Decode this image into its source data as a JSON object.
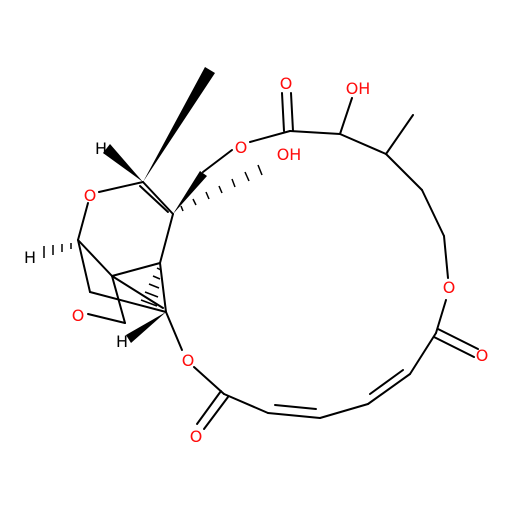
{
  "colors": {
    "bond": "#000000",
    "oxygen": "#ff0d0d",
    "hydrogen": "#000000",
    "background": "#ffffff"
  },
  "labels": {
    "o_ester_top": "O",
    "o_carbonyl_top": "O",
    "oh_upper": "OH",
    "oh_inner": "OH",
    "o_ring_left": "O",
    "h_upper_left": "H",
    "h_left": "H",
    "o_epoxide": "O",
    "h_lower": "H",
    "o_ester_lower": "O",
    "o_carbonyl_lower": "O",
    "o_ester_right": "O",
    "o_carbonyl_right": "O"
  }
}
